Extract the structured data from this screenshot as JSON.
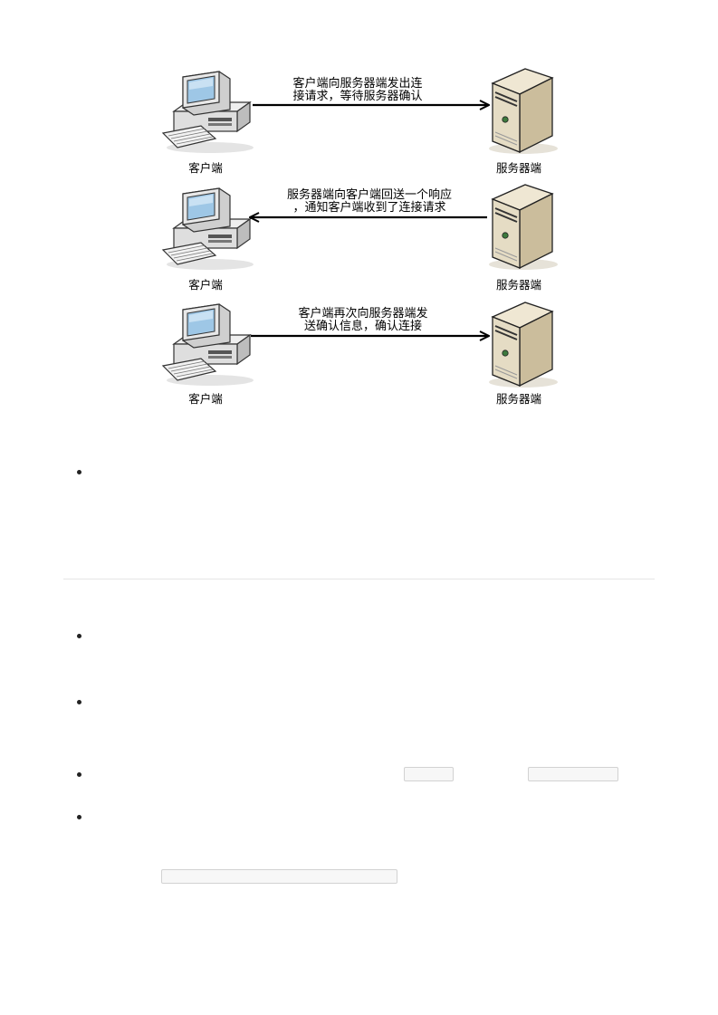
{
  "diagram": {
    "steps": [
      {
        "client_label": "客户端",
        "server_label": "服务器端",
        "caption_lines": [
          "客户端向服务器端发出连",
          "接请求，等待服务器确认"
        ],
        "direction": "client-to-server"
      },
      {
        "client_label": "客户端",
        "server_label": "服务器端",
        "caption_lines": [
          "服务器端向客户端回送一个响应",
          "，通知客户端收到了连接请求"
        ],
        "direction": "server-to-client"
      },
      {
        "client_label": "客户端",
        "server_label": "服务器端",
        "caption_lines": [
          "客户端再次向服务器端发",
          "送确认信息，确认连接"
        ],
        "direction": "client-to-server"
      }
    ]
  },
  "colors": {
    "server_body": "#d8ccb0",
    "server_front": "#e9e0c8",
    "monitor_body": "#dcdcdc",
    "screen": "#9ec7e6",
    "arrow": "#000000"
  },
  "icons": [
    "computer-icon",
    "server-icon",
    "bullet-icon"
  ]
}
